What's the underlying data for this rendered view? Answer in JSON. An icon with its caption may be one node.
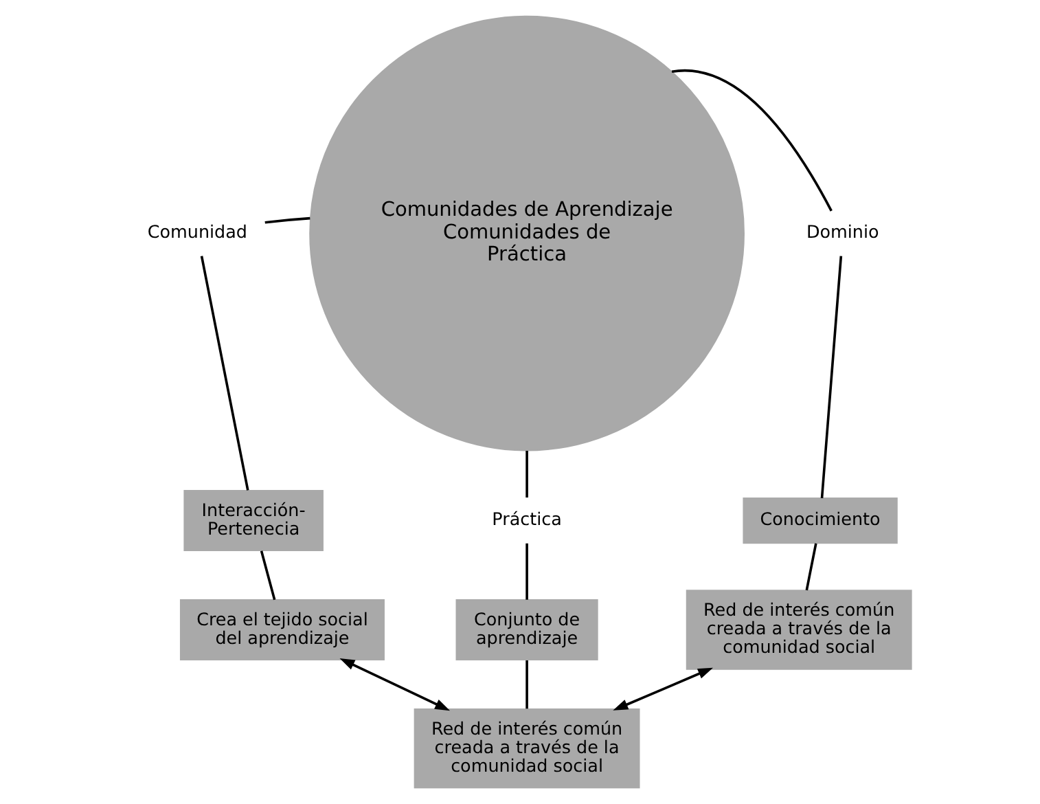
{
  "diagram": {
    "nodes": [
      {
        "text": [
          "Comunidades de Aprendizaje",
          "Comunidades de Práctica"
        ]
      },
      {
        "text": [
          "Comunidad"
        ]
      },
      {
        "text": [
          "Dominio"
        ]
      },
      {
        "text": [
          "Interacción- Pertenecia"
        ]
      },
      {
        "text": [
          "Práctica"
        ]
      },
      {
        "text": [
          "Conocimiento"
        ]
      },
      {
        "text": [
          "Crea el tejido social del aprendizaje"
        ]
      },
      {
        "text": [
          "Conjunto de aprendizaje"
        ]
      },
      {
        "text": [
          "Red de interés común creada a través de la comunidad social"
        ]
      },
      {
        "text": [
          "Red de interés común creada a través de la comunidad social"
        ]
      }
    ],
    "edges": [
      {
        "from": 1,
        "to": 0,
        "arrow": "none"
      },
      {
        "from": 0,
        "to": 2,
        "arrow": "none"
      },
      {
        "from": 1,
        "to": 3,
        "arrow": "none"
      },
      {
        "from": 0,
        "to": 4,
        "arrow": "none"
      },
      {
        "from": 2,
        "to": 5,
        "arrow": "none"
      },
      {
        "from": 3,
        "to": 6,
        "arrow": "none"
      },
      {
        "from": 4,
        "to": 7,
        "arrow": "none"
      },
      {
        "from": 5,
        "to": 8,
        "arrow": "none"
      },
      {
        "from": 7,
        "to": 9,
        "arrow": "none"
      },
      {
        "from": 6,
        "to": 9,
        "arrow": "both"
      },
      {
        "from": 8,
        "to": 9,
        "arrow": "both"
      }
    ]
  }
}
